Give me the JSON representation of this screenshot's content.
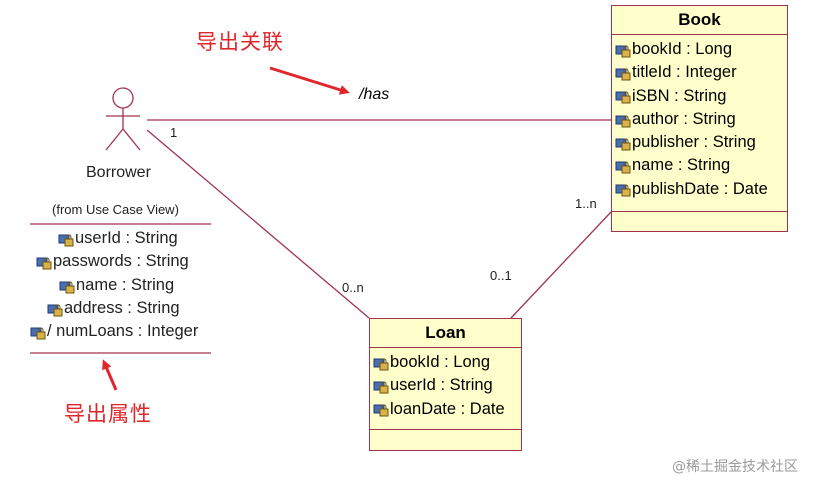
{
  "annotations": {
    "association_note": "导出关联",
    "attribute_note": "导出属性"
  },
  "association": {
    "name": "/has",
    "borrower_end": "1",
    "book_end": "1..n",
    "loan_borrower_end": "0..n",
    "loan_book_end": "0..1"
  },
  "actor": {
    "name": "Borrower",
    "source": "(from Use Case View)",
    "attributes": [
      "userId : String",
      "passwords : String",
      "name : String",
      "address : String",
      "/ numLoans : Integer"
    ]
  },
  "book": {
    "title": "Book",
    "attributes": [
      "bookId : Long",
      "titleId : Integer",
      "iSBN : String",
      "author : String",
      "publisher : String",
      "name : String",
      "publishDate : Date"
    ]
  },
  "loan": {
    "title": "Loan",
    "attributes": [
      "bookId : Long",
      "userId : String",
      "loanDate : Date"
    ]
  },
  "watermark": "@稀土掘金技术社区",
  "colors": {
    "class_fill": "#ffffcc",
    "class_border": "#a0344e",
    "line": "#a0344e",
    "annotation": "#e0262b"
  },
  "icons": {
    "attribute": "locked-attribute-icon"
  }
}
